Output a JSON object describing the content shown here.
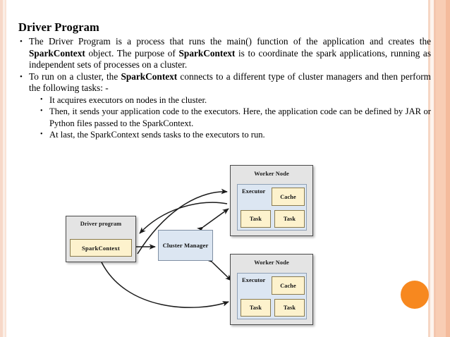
{
  "slide": {
    "title": "Driver Program",
    "bullet_glyph": "•",
    "bullets": [
      {
        "level": 1,
        "segments": [
          {
            "t": "The Driver Program is a process that runs the main() function of the application and creates the ",
            "b": false
          },
          {
            "t": "SparkContext",
            "b": true
          },
          {
            "t": " object. The purpose of ",
            "b": false
          },
          {
            "t": "SparkContext",
            "b": true
          },
          {
            "t": " is to coordinate the spark applications, running as independent sets of processes on a cluster.",
            "b": false
          }
        ]
      },
      {
        "level": 1,
        "segments": [
          {
            "t": "To run on a cluster, the ",
            "b": false
          },
          {
            "t": "SparkContext",
            "b": true
          },
          {
            "t": " connects to a different type of cluster managers and then perform the following tasks: -",
            "b": false
          }
        ]
      },
      {
        "level": 2,
        "segments": [
          {
            "t": "It acquires executors on nodes in the cluster.",
            "b": false
          }
        ]
      },
      {
        "level": 2,
        "segments": [
          {
            "t": "Then, it sends your application code to the executors. Here, the application code can be defined by JAR or Python files passed to the SparkContext.",
            "b": false
          }
        ]
      },
      {
        "level": 2,
        "segments": [
          {
            "t": "At last, the SparkContext sends tasks to the executors to run.",
            "b": false
          }
        ]
      }
    ]
  },
  "diagram": {
    "driver_program": {
      "label": "Driver program",
      "spark_context": "SparkContext"
    },
    "cluster_manager": {
      "label": "Cluster Manager"
    },
    "worker_nodes": [
      {
        "title": "Worker Node",
        "executor": "Executor",
        "cache": "Cache",
        "tasks": [
          "Task",
          "Task"
        ]
      },
      {
        "title": "Worker Node",
        "executor": "Executor",
        "cache": "Cache",
        "tasks": [
          "Task",
          "Task"
        ]
      }
    ],
    "connections": [
      {
        "from": "driver-program",
        "to": "worker-node-1-executor",
        "kind": "curved-arrow"
      },
      {
        "from": "worker-node-1-executor",
        "to": "driver-program-sparkcontext",
        "kind": "curved-arrow"
      },
      {
        "from": "driver-program-sparkcontext",
        "to": "cluster-manager",
        "kind": "double-arrow"
      },
      {
        "from": "cluster-manager",
        "to": "worker-node-1",
        "kind": "double-arrow"
      },
      {
        "from": "cluster-manager",
        "to": "worker-node-2",
        "kind": "double-arrow"
      },
      {
        "from": "worker-node-2-task",
        "to": "driver-program-sparkcontext",
        "kind": "curved-arrow"
      }
    ]
  },
  "decoration": {
    "circle_color": "#f7881f",
    "edge_color": "#f8cdb4",
    "box_blue": "#dce6f2",
    "box_cream": "#fdf2cd",
    "box_gray": "#e4e4e4"
  }
}
